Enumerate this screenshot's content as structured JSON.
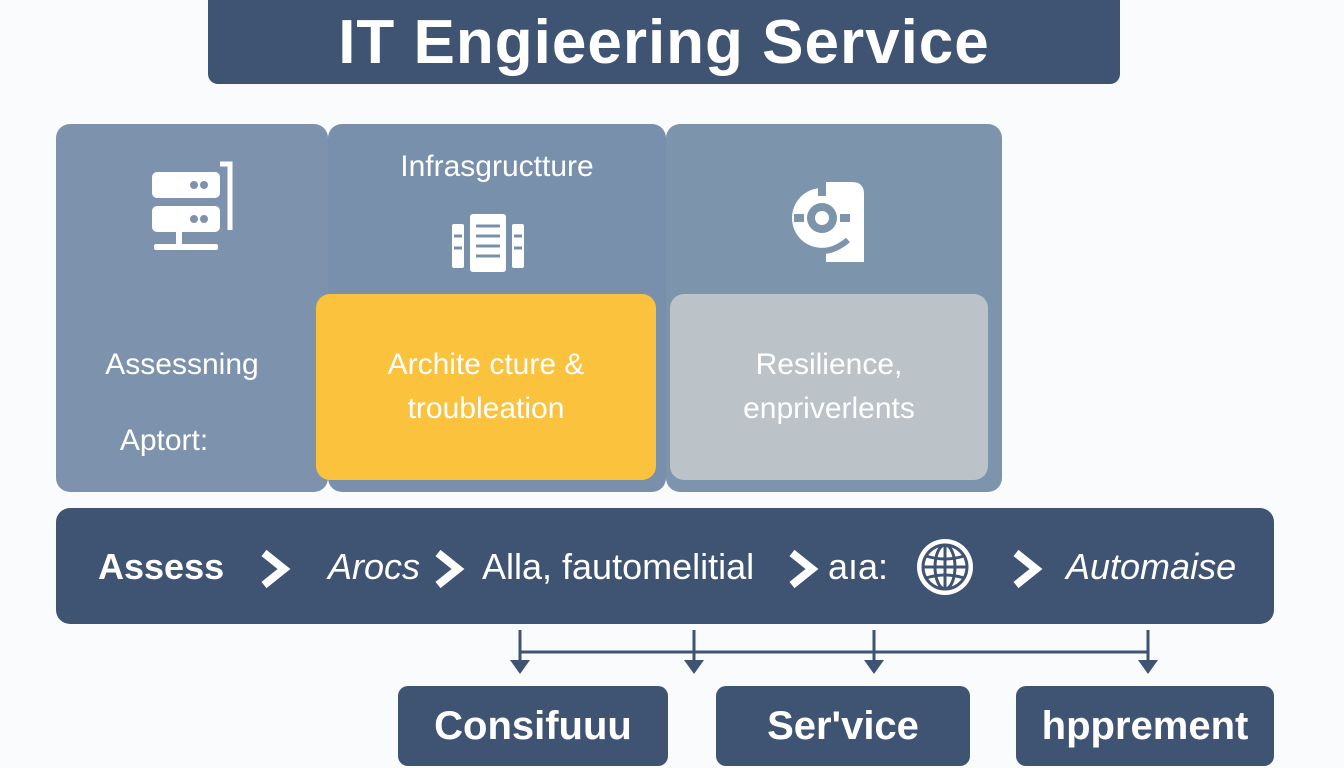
{
  "title": "IT Engieering Service",
  "panels": {
    "assessing": {
      "line1": "Assessning",
      "line2": "Aptort:"
    },
    "infrastructure": {
      "label": "Infrasgructture"
    },
    "architecture": {
      "line1": "Archite cture &",
      "line2": "troubleation"
    },
    "resilience": {
      "line1": "Resilience,",
      "line2": "enpriverlents"
    }
  },
  "flow": {
    "steps": [
      "Assess",
      "Arocs",
      "Alla, fautomelitial",
      "aıa:",
      "Automaise"
    ]
  },
  "bottom_boxes": [
    "Consifuuu",
    "Ser'vice",
    "hpprement"
  ],
  "colors": {
    "dark_navy": "#3f5373",
    "panel_blue": "#7d93ad",
    "accent_yellow": "#fbc23e",
    "neutral_gray": "#bcc3c8"
  },
  "icons": [
    "server-icon",
    "datacenter-icon",
    "gear-icon",
    "globe-icon",
    "chevron-right-icon"
  ]
}
